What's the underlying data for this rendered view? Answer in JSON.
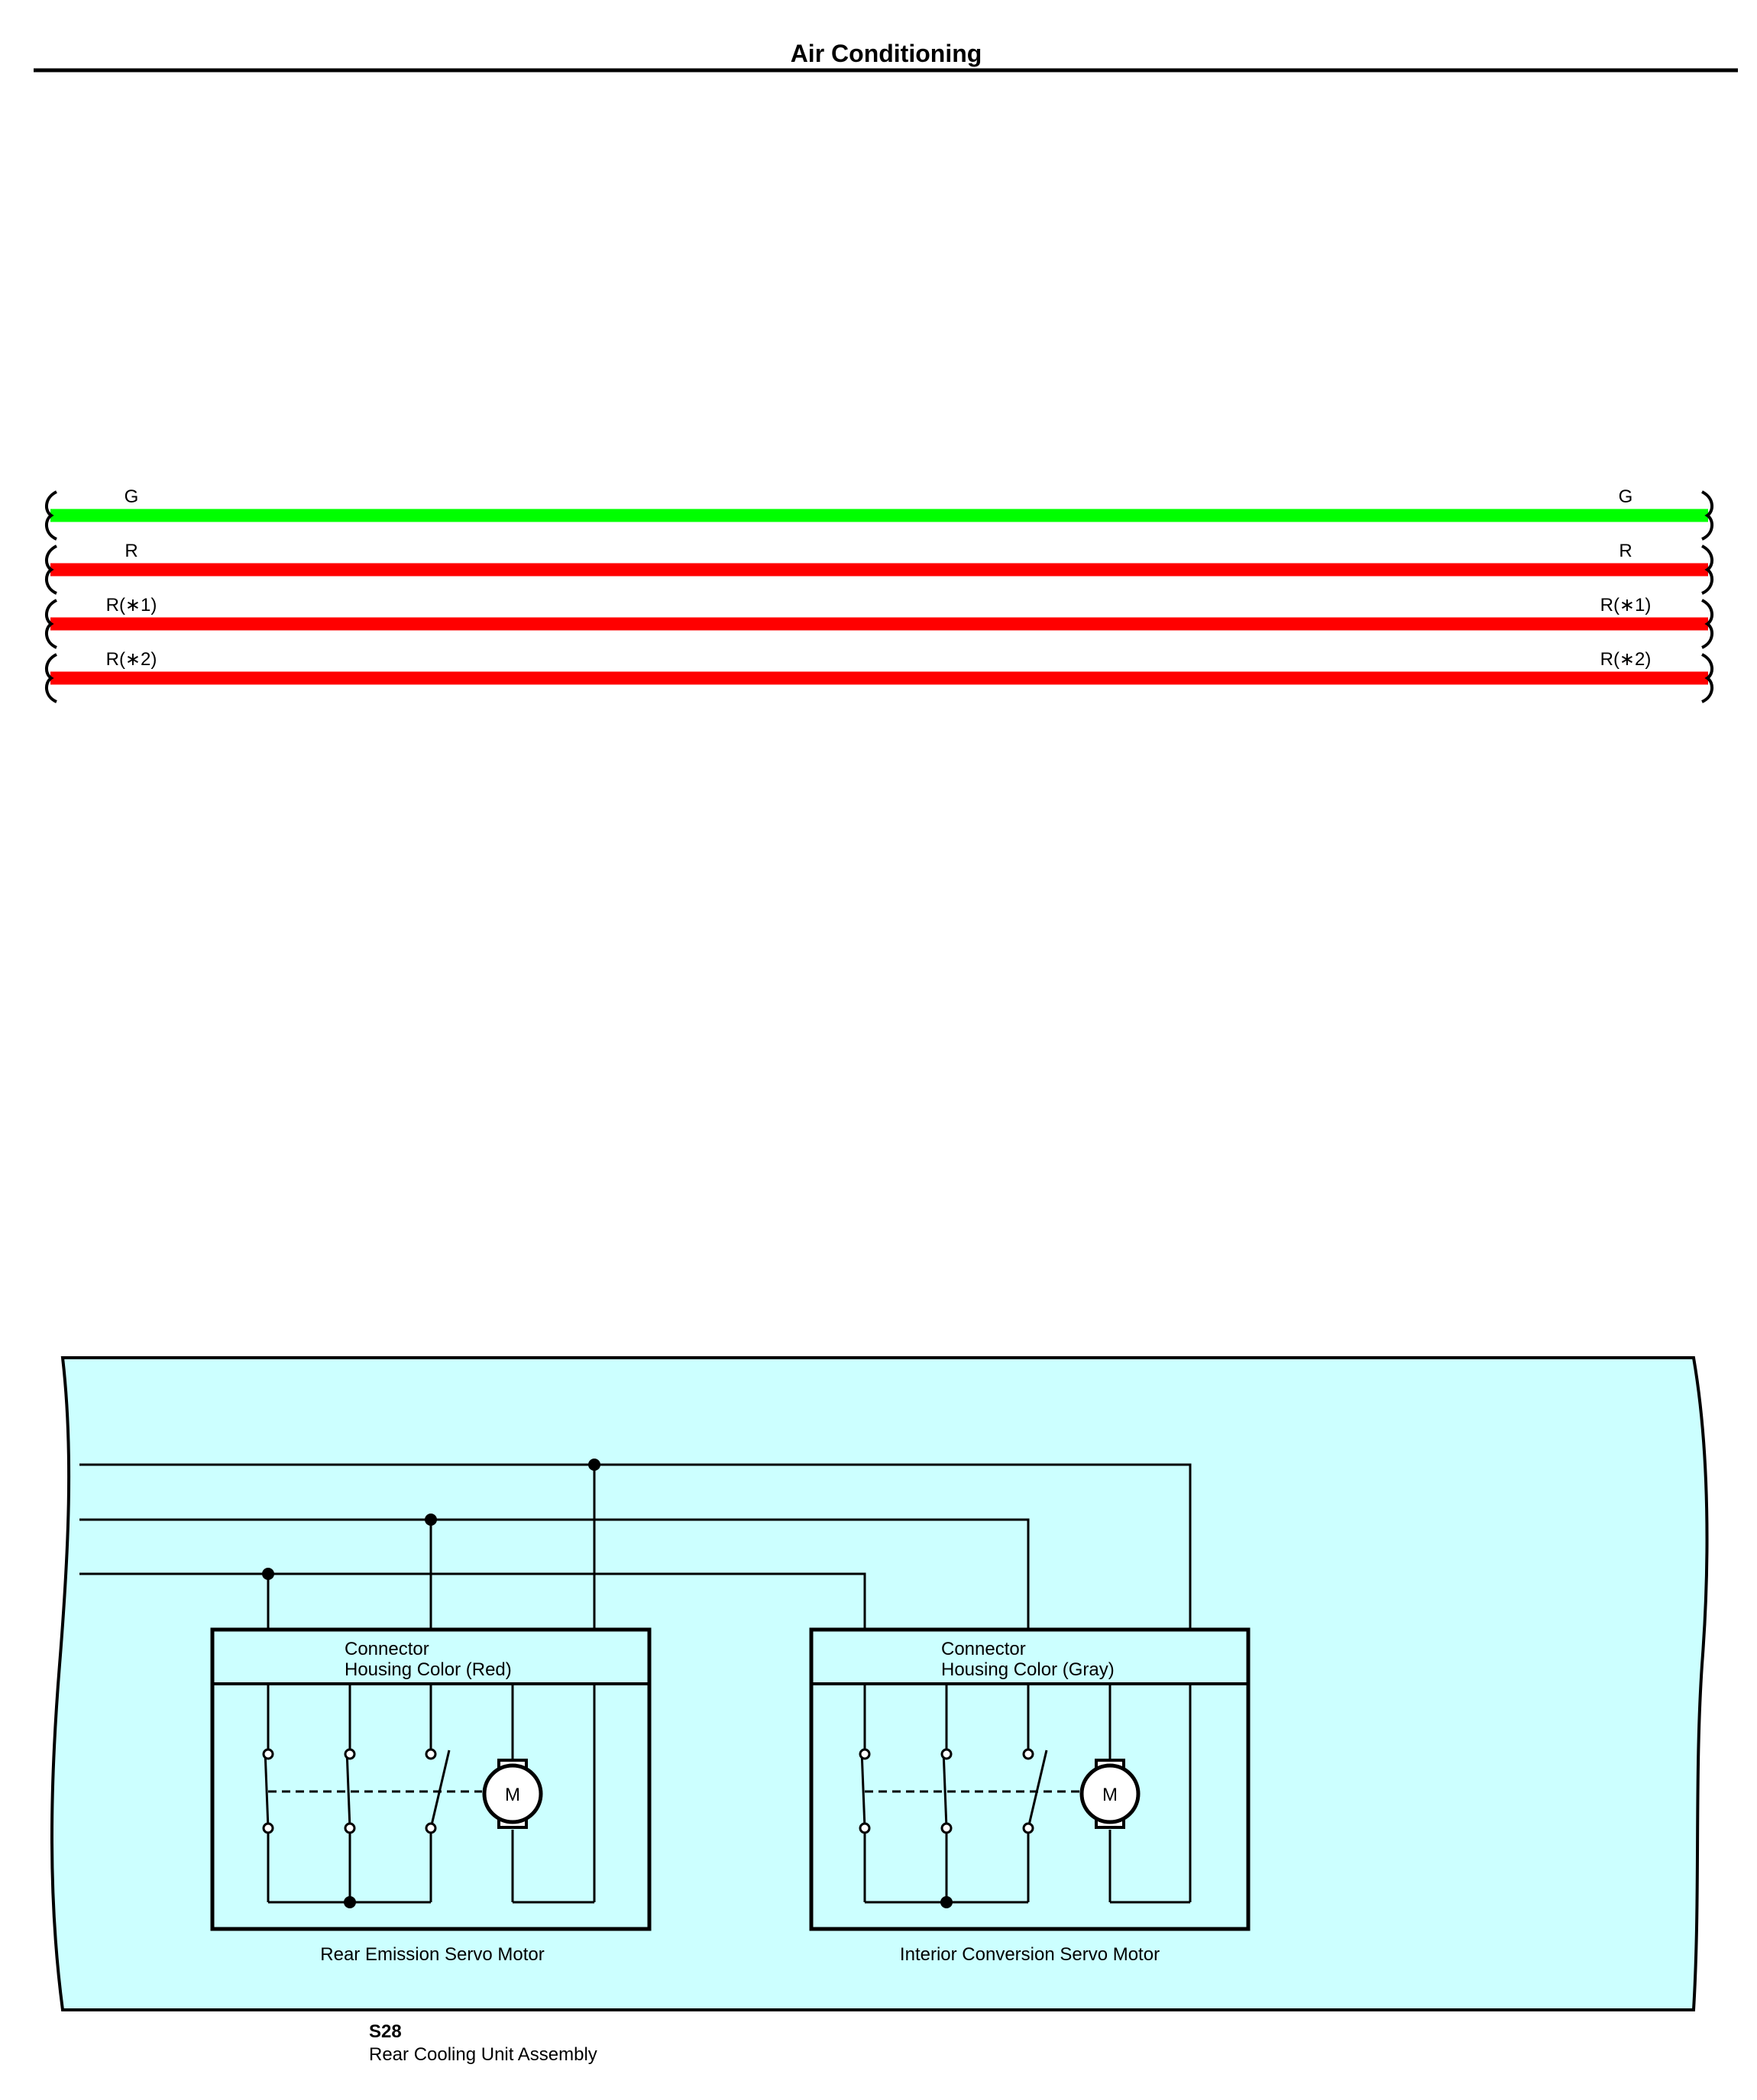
{
  "page": {
    "title": "Air Conditioning"
  },
  "wires": [
    {
      "left_label": "G",
      "right_label": "G",
      "color": "#00ff00"
    },
    {
      "left_label": "R",
      "right_label": "R",
      "color": "#ff0000"
    },
    {
      "left_label": "R(∗1)",
      "right_label": "R(∗1)",
      "color": "#ff0000"
    },
    {
      "left_label": "R(∗2)",
      "right_label": "R(∗2)",
      "color": "#ff0000"
    }
  ],
  "assembly": {
    "code": "S28",
    "name": "Rear Cooling Unit Assembly",
    "fill_color": "#ccffff"
  },
  "components": [
    {
      "connector_line1": "Connector",
      "connector_line2": "Housing Color (Red)",
      "name": "Rear Emission Servo Motor",
      "motor_label": "M"
    },
    {
      "connector_line1": "Connector",
      "connector_line2": "Housing Color (Gray)",
      "name": "Interior Conversion Servo Motor",
      "motor_label": "M"
    }
  ]
}
